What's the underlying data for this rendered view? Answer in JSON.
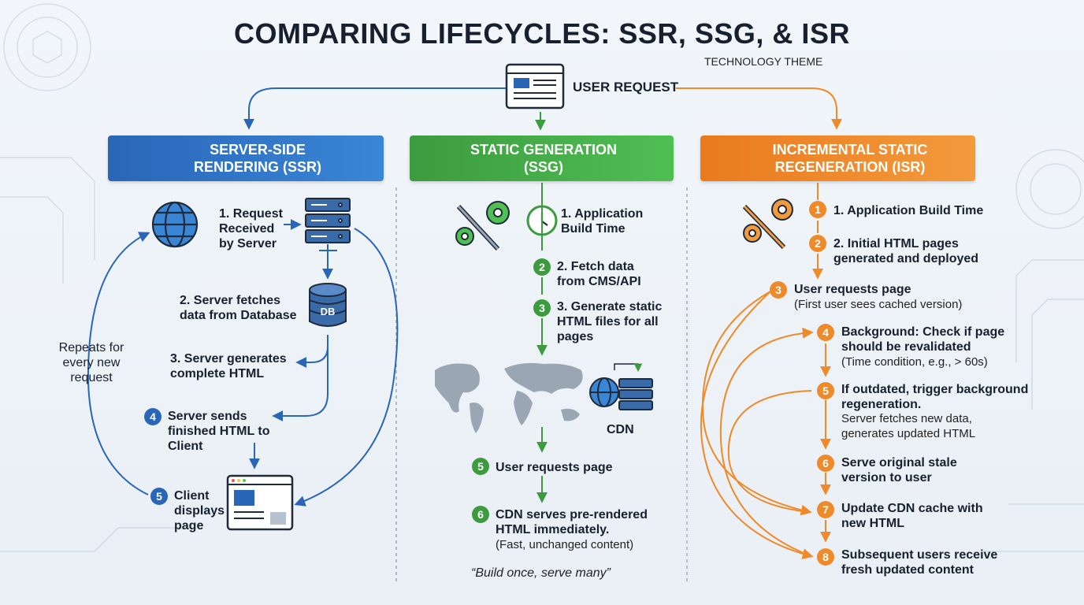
{
  "title": "COMPARING LIFECYCLES: SSR, SSG, & ISR",
  "theme": "TECHNOLOGY THEME",
  "user_request": "USER REQUEST",
  "ssr": {
    "header": "SERVER-SIDE RENDERING (SSR)",
    "step1": "1. Request Received by Server",
    "step2": "2. Server fetches data from Database",
    "db_label": "DB",
    "step3": "3. Server generates complete HTML",
    "step4_num": "4",
    "step4": "Server sends finished HTML to Client",
    "step5_num": "5",
    "step5": "Client displays page",
    "loop_note": "Repeats for every new request"
  },
  "ssg": {
    "header": "STATIC GENERATION (SSG)",
    "step1": "1. Application Build Time",
    "step2_num": "2",
    "step2": "2. Fetch data from CMS/API",
    "step3_num": "3",
    "step3": "3. Generate static HTML files for all pages",
    "cdn_label": "CDN",
    "step5_num": "5",
    "step5": "User requests page",
    "step6_num": "6",
    "step6": "CDN serves pre-rendered HTML immediately.",
    "step6_sub": "(Fast, unchanged content)",
    "motto": "“Build once, serve many”"
  },
  "isr": {
    "header": "INCREMENTAL STATIC REGENERATION (ISR)",
    "step1_num": "1",
    "step1": "1. Application Build Time",
    "step2_num": "2",
    "step2": "2. Initial HTML pages generated and deployed",
    "step3_num": "3",
    "step3": "User requests page",
    "step3_sub": "(First user sees cached version)",
    "step4_num": "4",
    "step4": "Background: Check if page should be revalidated",
    "step4_sub": "(Time condition, e.g., > 60s)",
    "step5_num": "5",
    "step5": "If outdated, trigger background regeneration.",
    "step5_sub": "Server fetches new data, generates updated HTML",
    "step6_num": "6",
    "step6": "Serve original stale version to user",
    "step7_num": "7",
    "step7": "Update CDN cache with new HTML",
    "step8_num": "8",
    "step8": "Subsequent users receive fresh updated content"
  },
  "colors": {
    "ssr": "#2a66b8",
    "ssg": "#3d9b3f",
    "isr": "#ef8a2a"
  }
}
